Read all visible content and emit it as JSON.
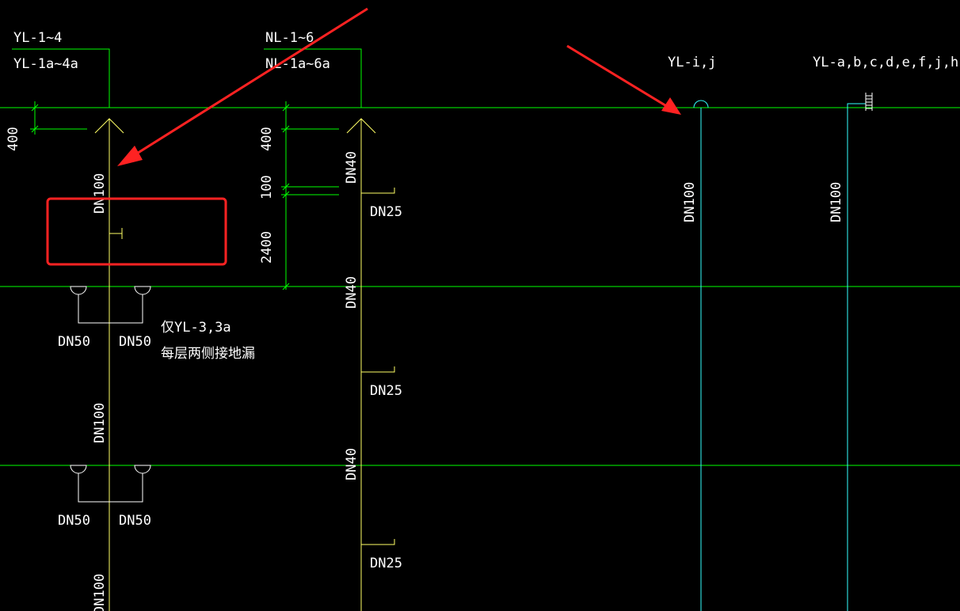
{
  "colors": {
    "background": "#000000",
    "floor_line": "#00ff00",
    "yellow_pipe": "#ffff66",
    "cyan_pipe": "#33ffff",
    "text": "#ffffff",
    "annotation_red": "#ff2222"
  },
  "labels": {
    "yl_14": "YL-1~4",
    "yl_1a4a": "YL-1a~4a",
    "nl_16": "NL-1~6",
    "nl_1a6a": "NL-1a~6a",
    "yl_ij": "YL-i,j",
    "yl_af": "YL-a,b,c,d,e,f,j,h",
    "only_yl3": "仅YL-3,3a",
    "floor_drain_note": "每层两侧接地漏"
  },
  "dimensions": {
    "d400": "400",
    "d100": "100",
    "d2400": "2400"
  },
  "pipe_sizes": {
    "dn100": "DN100",
    "dn40": "DN40",
    "dn25": "DN25",
    "dn50": "DN50"
  }
}
